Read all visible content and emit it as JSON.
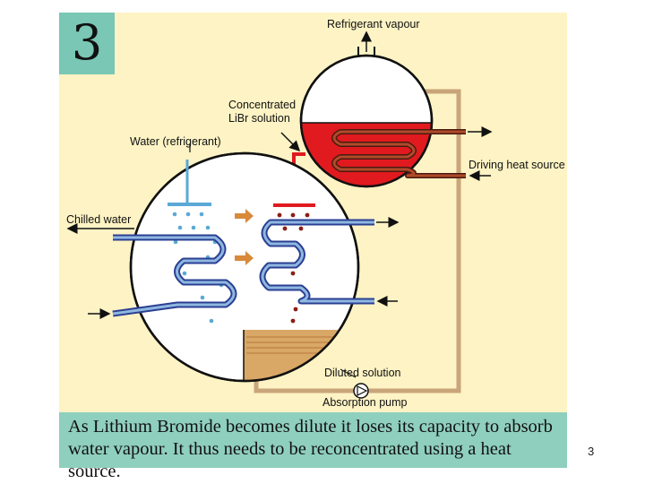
{
  "badge": {
    "number": "3"
  },
  "labels": {
    "refrigerant_vapour": "Refrigerant vapour",
    "concentrated_line1": "Concentrated",
    "concentrated_line2": "LiBr solution",
    "water_refrigerant": "Water (refrigerant)",
    "chilled_water": "Chilled water",
    "driving_heat_source": "Driving heat source",
    "diluted_solution": "Diluted solution",
    "absorption_pump": "Absorption pump"
  },
  "caption": "As Lithium Bromide becomes dilute it loses its capacity to absorb water vapour. It thus needs to be reconcentrated using a heat source.",
  "page_number": "3",
  "colors": {
    "background": "#fdf3c4",
    "badge": "#79c7b4",
    "caption_band": "#8fcfbd",
    "libr_red": "#e01a1f",
    "coil_blue": "#2b3f93",
    "water_blue": "#5aa9d6",
    "diluted_tan": "#d9a766",
    "pipe": "#c9a57a"
  }
}
